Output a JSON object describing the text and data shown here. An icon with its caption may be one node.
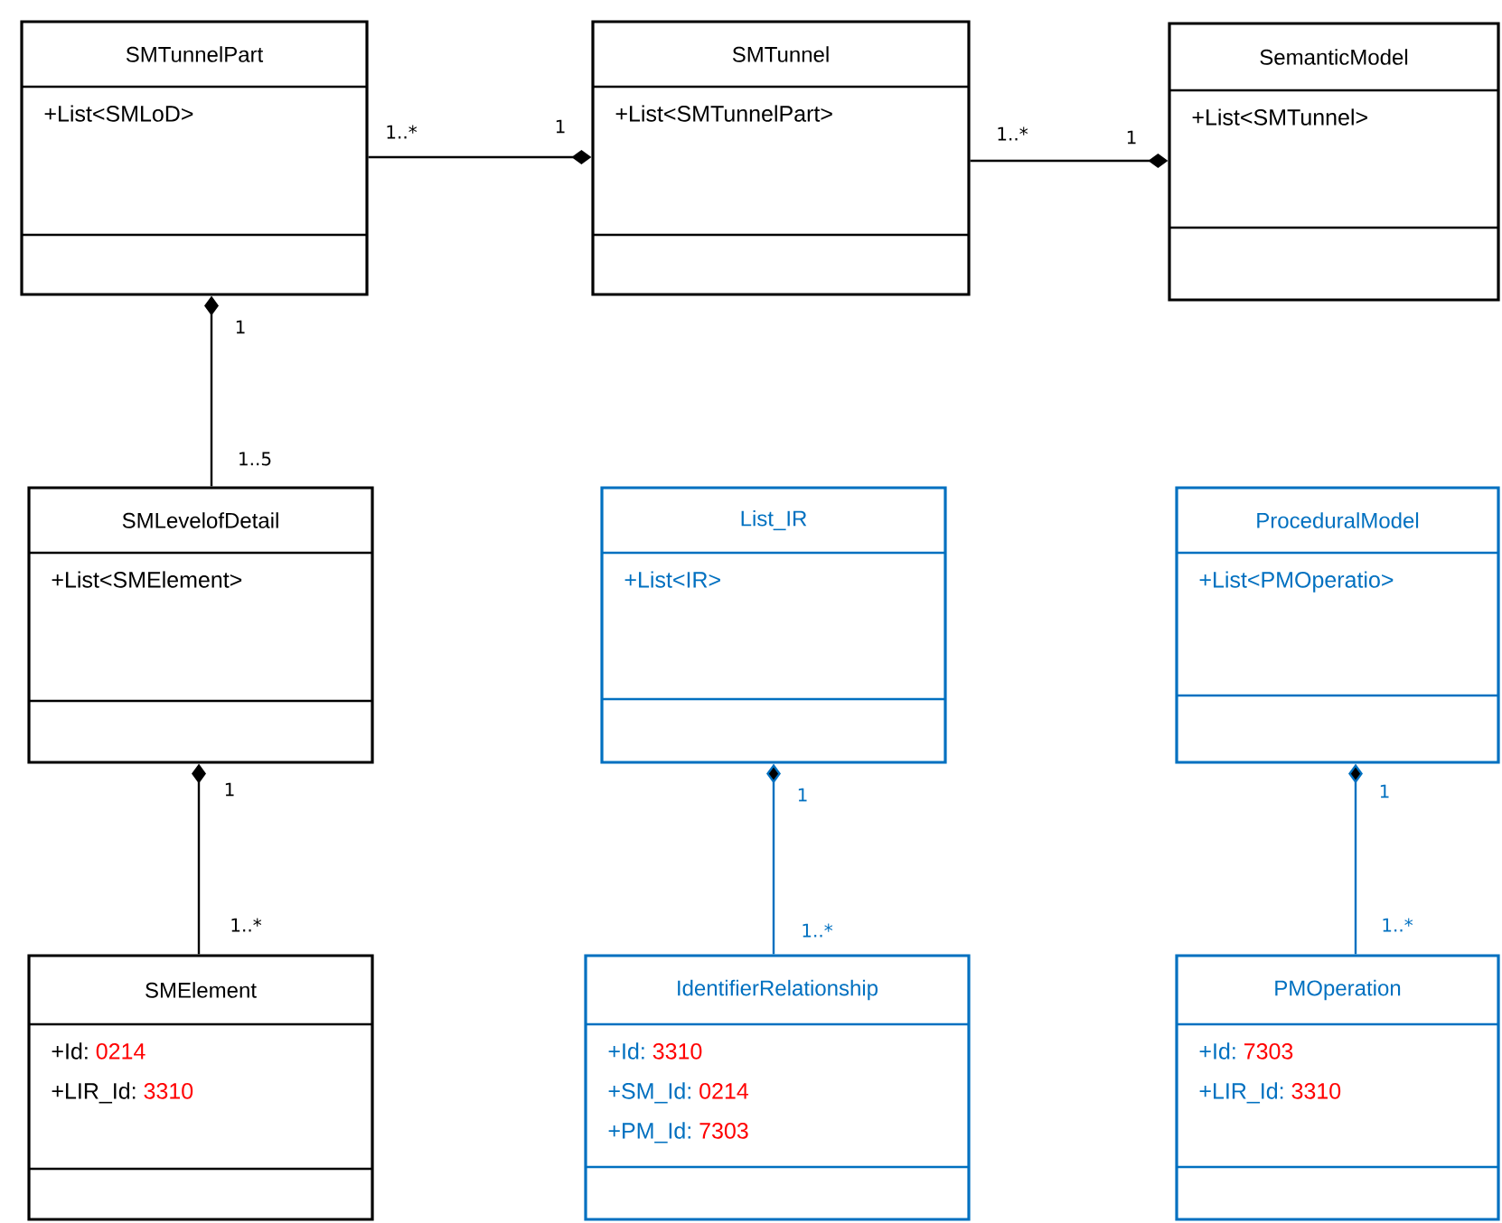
{
  "diagram": {
    "nodes": [
      {
        "text": [
          "SMTunnelPart",
          "+List<SMLoD>"
        ]
      },
      {
        "text": [
          "SMTunnel",
          "+List<SMTunnelPart>"
        ]
      },
      {
        "text": [
          "SemanticModel",
          "+List<SMTunnel>"
        ]
      },
      {
        "text": [
          "SMLevelofDetail",
          "+List<SMElement>"
        ]
      },
      {
        "text": [
          "List_IR",
          "+List<IR>"
        ]
      },
      {
        "text": [
          "ProceduralModel",
          "+List<PMOperatio>"
        ]
      },
      {
        "text": [
          "SMElement",
          "+Id:",
          "0214",
          "+LIR_Id:",
          "3310"
        ]
      },
      {
        "text": [
          "IdentifierRelationship",
          "+Id:",
          "3310",
          "+SM_Id:",
          "0214",
          "+PM_Id:",
          "7303"
        ]
      },
      {
        "text": [
          "PMOperation",
          "+Id:",
          "7303",
          "+LIR_Id:",
          "3310"
        ]
      }
    ],
    "edges": [
      {
        "from": 0,
        "to": 1,
        "arrow": "other"
      },
      {
        "from": 1,
        "to": 2,
        "arrow": "other"
      },
      {
        "from": 3,
        "to": 0,
        "arrow": "other"
      },
      {
        "from": 6,
        "to": 3,
        "arrow": "other"
      },
      {
        "from": 7,
        "to": 4,
        "arrow": "other",
        "color": "#0070c0"
      },
      {
        "from": 8,
        "to": 5,
        "arrow": "other",
        "color": "#0070c0"
      }
    ],
    "labels": [
      "1..*",
      "1",
      "1..*",
      "1",
      "1",
      "1..5",
      "1",
      "1",
      "1",
      "1..*",
      "1..*",
      "1..*"
    ]
  }
}
